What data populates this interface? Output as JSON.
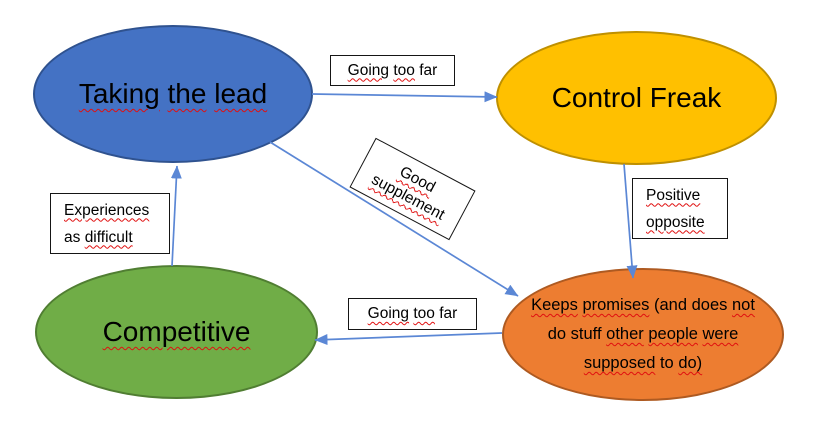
{
  "diagram": {
    "type": "concept-map",
    "colors": {
      "node_blue_fill": "#4472C4",
      "node_blue_border": "#2F528F",
      "node_yellow_fill": "#FFC000",
      "node_yellow_border": "#BF9000",
      "node_green_fill": "#70AD47",
      "node_green_border": "#507E32",
      "node_orange_fill": "#ED7D31",
      "node_orange_border": "#AE5A21",
      "connector": "#5B87D5",
      "spellcheck_squiggle": "#e01010",
      "label_box_bg": "#ffffff",
      "label_box_border": "#151515",
      "text": "#000000"
    },
    "nodes": {
      "taking_the_lead": {
        "label": "Taking the lead",
        "shape": "ellipse",
        "fill": "#4472C4",
        "lines": [
          [
            [
              "Taking",
              1
            ],
            [
              "the",
              1
            ],
            [
              "lead",
              1
            ]
          ]
        ]
      },
      "control_freak": {
        "label": "Control Freak",
        "shape": "ellipse",
        "fill": "#FFC000",
        "lines": [
          [
            [
              "Control",
              0
            ],
            [
              "Freak",
              0
            ]
          ]
        ]
      },
      "competitive": {
        "label": "Competitive",
        "shape": "ellipse",
        "fill": "#70AD47",
        "lines": [
          [
            [
              "Competitive",
              1
            ]
          ]
        ]
      },
      "keeps_promises": {
        "label": "Keeps promises (and does not do stuff other people were supposed to do)",
        "shape": "ellipse",
        "fill": "#ED7D31",
        "lines": [
          [
            [
              "Keeps",
              1
            ],
            [
              "promises",
              1
            ],
            [
              "(and",
              0
            ],
            [
              "does",
              0
            ],
            [
              "not",
              1
            ]
          ],
          [
            [
              "do",
              0
            ],
            [
              "stuff",
              0
            ],
            [
              "other",
              1
            ],
            [
              "people",
              1
            ],
            [
              "were",
              1
            ]
          ],
          [
            [
              "supposed",
              1
            ],
            [
              "to",
              0
            ],
            [
              "do)",
              1
            ]
          ]
        ]
      }
    },
    "edge_labels": {
      "going_too_far_top": {
        "label": "Going too far",
        "lines": [
          [
            [
              "Going",
              1
            ],
            [
              "too",
              1
            ],
            [
              "far",
              0
            ]
          ]
        ]
      },
      "good_supplement": {
        "label": "Good supplement",
        "rotation_deg": 28,
        "lines": [
          [
            [
              "Good",
              1
            ]
          ],
          [
            [
              "supplement",
              1
            ]
          ]
        ]
      },
      "positive_opposite": {
        "label": "Positive opposite",
        "lines": [
          [
            [
              "Positive",
              1
            ]
          ],
          [
            [
              "opposite",
              1
            ]
          ]
        ]
      },
      "experiences_as_difficult": {
        "label": "Experiences as difficult",
        "lines": [
          [
            [
              "Experiences",
              1
            ]
          ],
          [
            [
              "as",
              0
            ],
            [
              "difficult",
              1
            ]
          ]
        ]
      },
      "going_too_far_bottom": {
        "label": "Going too far",
        "lines": [
          [
            [
              "Going",
              1
            ],
            [
              "too",
              1
            ],
            [
              "far",
              0
            ]
          ]
        ]
      }
    },
    "edges": [
      {
        "from": "taking_the_lead",
        "to": "control_freak",
        "label": "Going too far"
      },
      {
        "from": "taking_the_lead",
        "to": "keeps_promises",
        "label": "Good supplement"
      },
      {
        "from": "control_freak",
        "to": "keeps_promises",
        "label": "Positive opposite"
      },
      {
        "from": "keeps_promises",
        "to": "competitive",
        "label": "Going too far"
      },
      {
        "from": "competitive",
        "to": "taking_the_lead",
        "label": "Experiences as difficult"
      }
    ]
  }
}
